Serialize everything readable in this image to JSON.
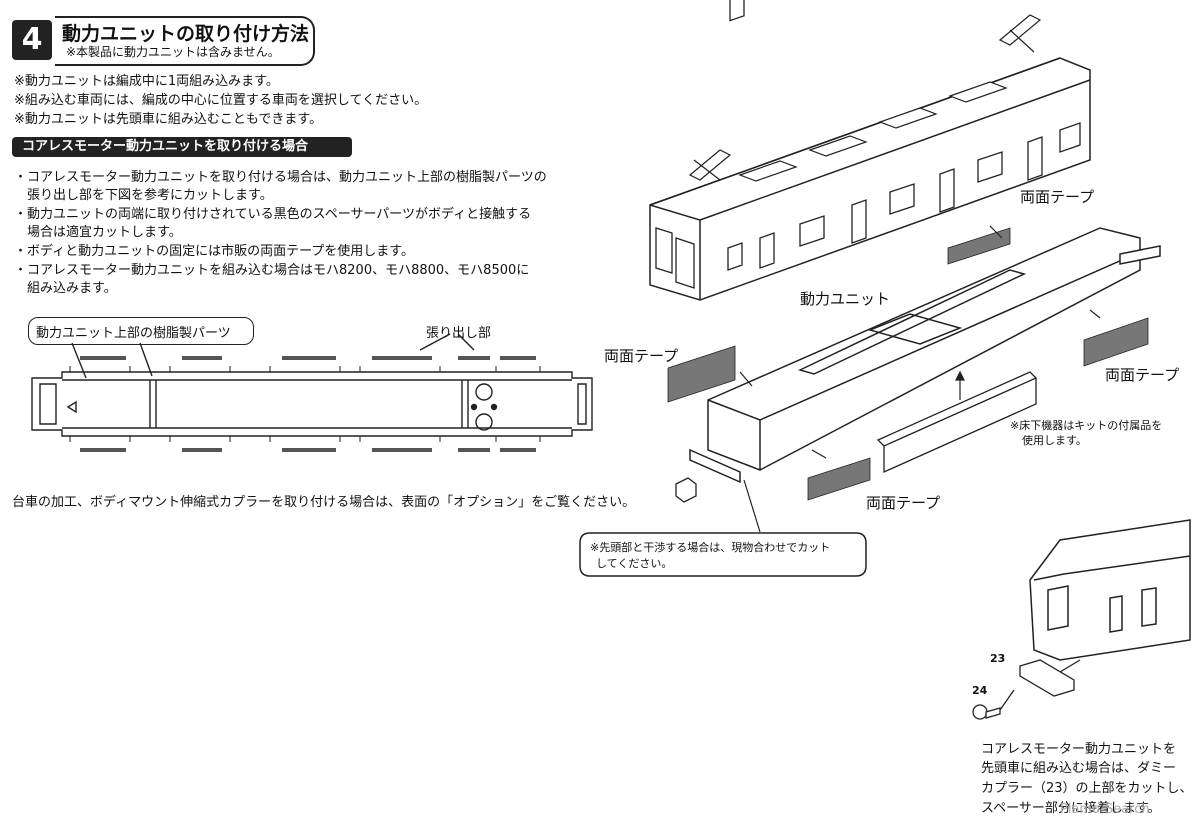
{
  "header": {
    "step_number": "4",
    "title": "動力ユニットの取り付け方法",
    "subtitle": "※本製品に動力ユニットは含みません。"
  },
  "notes": [
    "※動力ユニットは編成中に1両組み込みます。",
    "※組み込む車両には、編成の中心に位置する車両を選択してください。",
    "※動力ユニットは先頭車に組み込むこともできます。"
  ],
  "section": {
    "heading": "コアレスモーター動力ユニットを取り付ける場合",
    "bullets": [
      "・コアレスモーター動力ユニットを取り付ける場合は、動力ユニット上部の樹脂製パーツの",
      "　張り出し部を下図を参考にカットします。",
      "・動力ユニットの両端に取り付けされている黒色のスペーサーパーツがボディと接触する",
      "　場合は適宜カットします。",
      "・ボディと動力ユニットの固定には市販の両面テープを使用します。",
      "・コアレスモーター動力ユニットを組み込む場合はモハ8200、モハ8800、モハ8500に",
      "　組み込みます。"
    ]
  },
  "part_diagram": {
    "label": "動力ユニット上部の樹脂製パーツ",
    "overhang_label": "張り出し部"
  },
  "footer_note": "台車の加工、ボディマウント伸縮式カプラーを取り付ける場合は、表面の「オプション」をご覧ください。",
  "assembly": {
    "tape_label": "両面テープ",
    "unit_label": "動力ユニット",
    "underfloor_note_1": "※床下機器はキットの付属品を",
    "underfloor_note_2": "使用します。",
    "cut_note_1": "※先頭部と干渉する場合は、現物合わせでカット",
    "cut_note_2": "してください。"
  },
  "head_car": {
    "part_23": "23",
    "part_24": "24",
    "lines": [
      "コアレスモーター動力ユニットを",
      "先頭車に組み込む場合は、ダミー",
      "カプラー（23）の上部をカットし、",
      "スペーサー部分に接着します。"
    ]
  },
  "watermark": "Plamo-Search"
}
